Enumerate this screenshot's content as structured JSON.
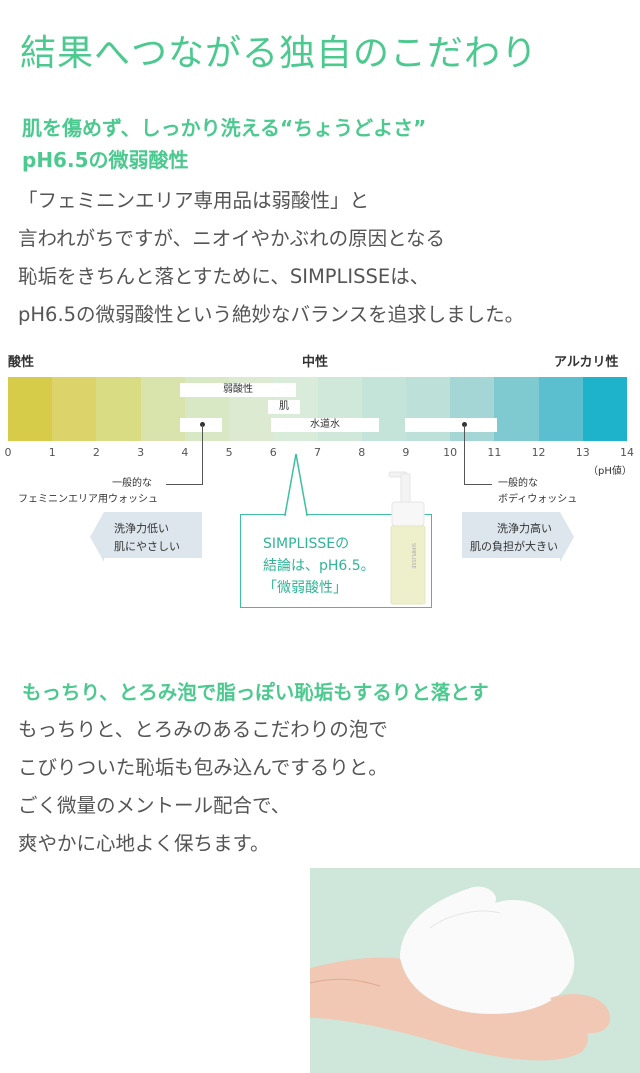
{
  "title": "結果へつながる独自のこだわり",
  "section1": {
    "heading_line1": "肌を傷めず、しっかり洗える“ちょうどよさ”",
    "heading_line2": "pH6.5の微弱酸性",
    "body": [
      "「フェミニンエリア専用品は弱酸性」と",
      "言われがちですが、ニオイやかぶれの原因となる",
      "恥垢をきちんと落とすために、SIMPLISSEは、",
      "pH6.5の微弱酸性という絶妙なバランスを追求しました。"
    ]
  },
  "chart": {
    "label_acid": "酸性",
    "label_neutral": "中性",
    "label_alkaline": "アルカリ性",
    "ticks": [
      "0",
      "1",
      "2",
      "3",
      "4",
      "5",
      "6",
      "7",
      "8",
      "9",
      "10",
      "11",
      "12",
      "13",
      "14"
    ],
    "unit": "（pH値）",
    "segment_colors": [
      "#d7cb4a",
      "#dcd36a",
      "#d9dc83",
      "#d8e4ac",
      "#d9e8c4",
      "#dbead0",
      "#d9ecd9",
      "#cfe8da",
      "#c5e4d9",
      "#bde1d8",
      "#a3d6d5",
      "#7fcad0",
      "#5cbfcf",
      "#1eb3cb",
      "#00aecb"
    ],
    "weak_acid": "弱酸性",
    "skin": "肌",
    "tap_water": "水道水",
    "fem_wash_line1": "一般的な",
    "fem_wash_line2": "フェミニンエリア用ウォッシュ",
    "body_wash_line1": "一般的な",
    "body_wash_line2": "ボディウォッシュ",
    "left_arrow_line1": "洗浄力低い",
    "left_arrow_line2": "肌にやさしい",
    "right_arrow_line1": "洗浄力高い",
    "right_arrow_line2": "肌の負担が大きい",
    "callout_line1": "SIMPLISSEの",
    "callout_line2": "結論は、pH6.5。",
    "callout_line3": "「微弱酸性」",
    "bottle_brand": "SIMPLISSE"
  },
  "section2": {
    "heading": "もっちり、とろみ泡で脂っぽい恥垢もするりと落とす",
    "body": [
      "もっちりと、とろみのあるこだわりの泡で",
      "こびりついた恥垢も包み込んでするりと。",
      "ごく微量のメントール配合で、",
      "爽やかに心地よく保ちます。"
    ]
  }
}
